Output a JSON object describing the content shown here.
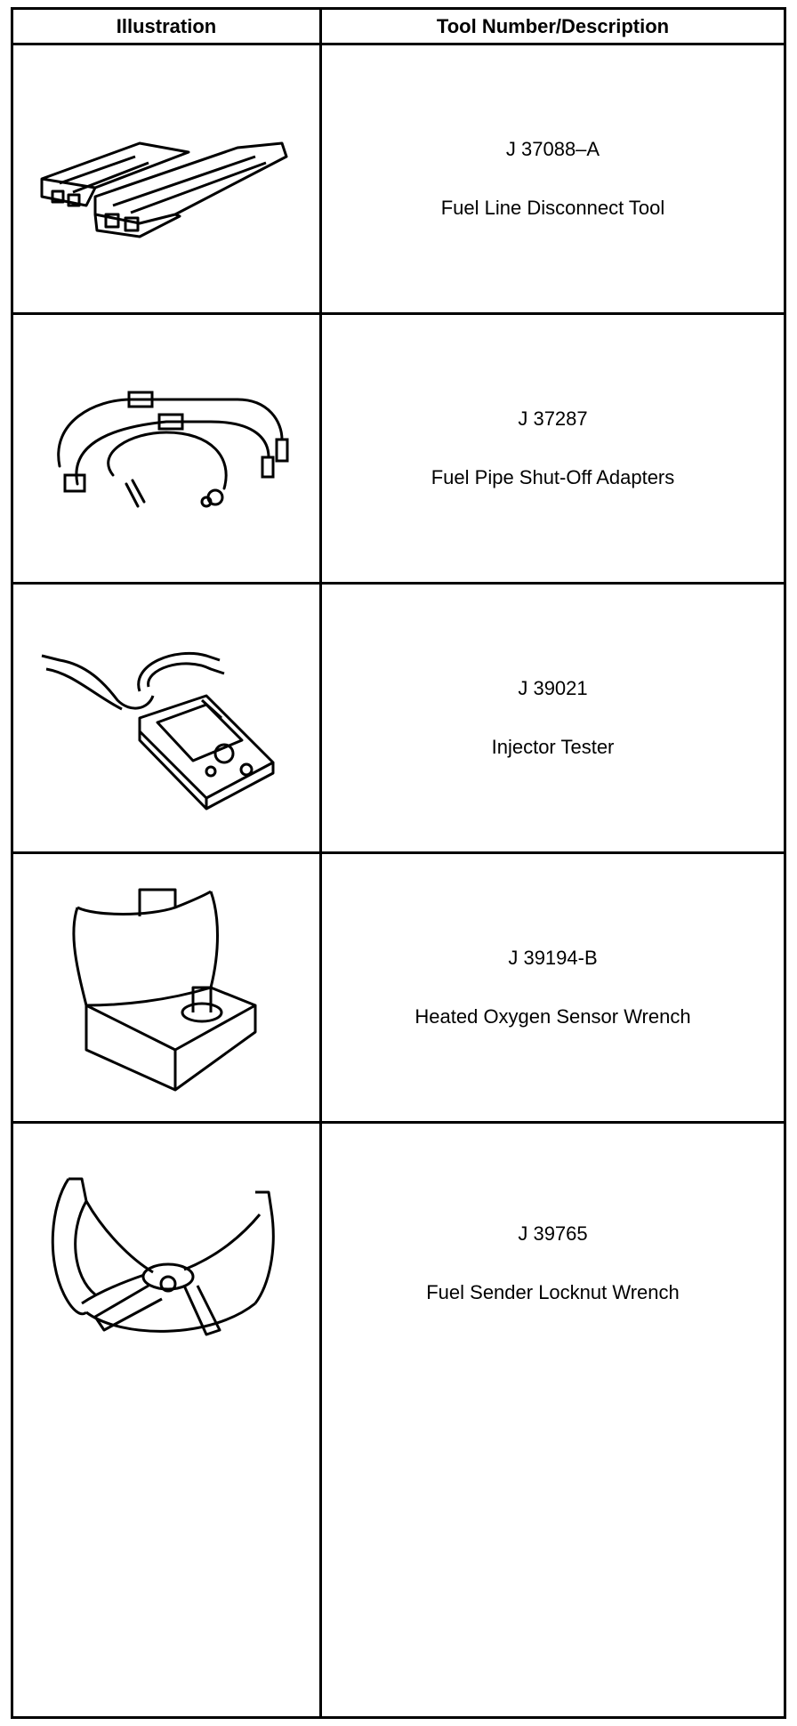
{
  "table": {
    "headers": {
      "illustration": "Illustration",
      "tool": "Tool Number/Description"
    },
    "rows": [
      {
        "number": "J 37088–A",
        "description": "Fuel Line Disconnect Tool",
        "icon": "fuel-line-disconnect-tool-icon"
      },
      {
        "number": "J 37287",
        "description": "Fuel Pipe Shut-Off Adapters",
        "icon": "fuel-pipe-shutoff-adapters-icon"
      },
      {
        "number": "J 39021",
        "description": "Injector Tester",
        "icon": "injector-tester-icon"
      },
      {
        "number": "J 39194-B",
        "description": "Heated Oxygen Sensor Wrench",
        "icon": "oxygen-sensor-wrench-icon"
      },
      {
        "number": "J 39765",
        "description": "Fuel Sender Locknut Wrench",
        "icon": "locknut-wrench-icon"
      }
    ]
  }
}
